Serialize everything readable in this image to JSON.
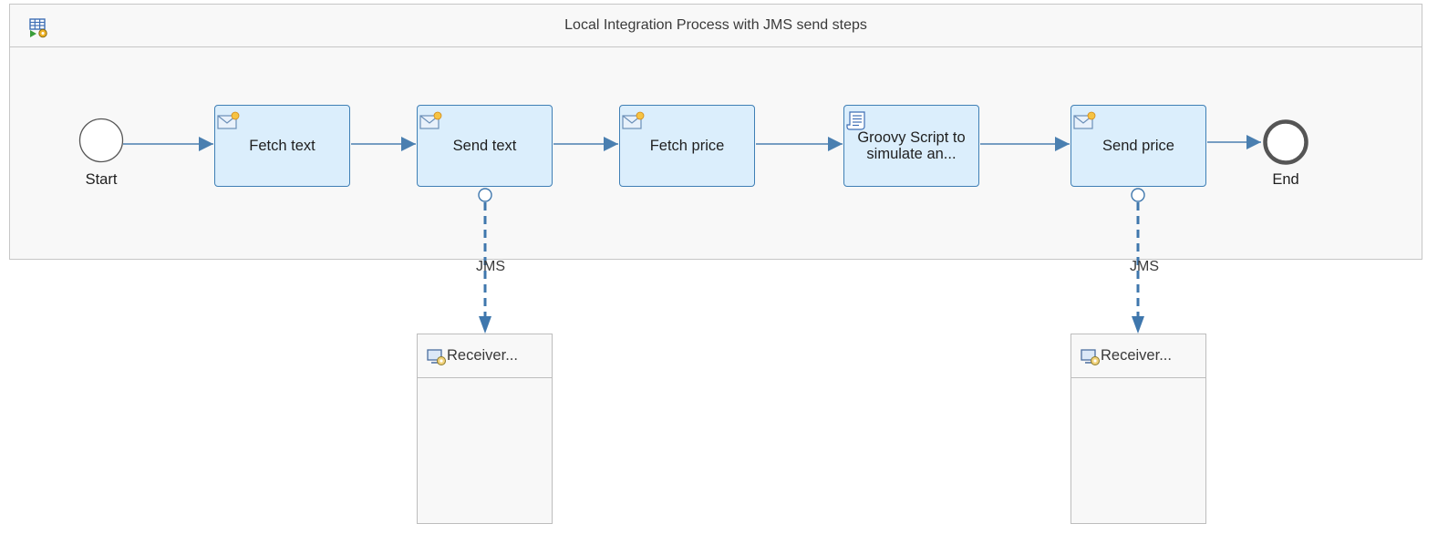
{
  "process": {
    "title": "Local Integration Process with JMS send steps"
  },
  "events": {
    "start_label": "Start",
    "end_label": "End"
  },
  "steps": [
    {
      "label": "Fetch text",
      "icon": "content-enricher-icon"
    },
    {
      "label": "Send text",
      "icon": "send-icon"
    },
    {
      "label": "Fetch price",
      "icon": "content-enricher-icon"
    },
    {
      "label": "Groovy Script to simulate an...",
      "icon": "script-icon"
    },
    {
      "label": "Send price",
      "icon": "send-icon"
    }
  ],
  "channels": [
    {
      "label": "JMS"
    },
    {
      "label": "JMS"
    }
  ],
  "receivers": [
    {
      "label": "Receiver...",
      "icon": "receiver-system-icon"
    },
    {
      "label": "Receiver...",
      "icon": "receiver-system-icon"
    }
  ],
  "colors": {
    "flow": "#4a7fb0",
    "task_fill": "#dbeefc",
    "task_border": "#3f7fb5",
    "pool_fill": "#f8f8f8"
  }
}
